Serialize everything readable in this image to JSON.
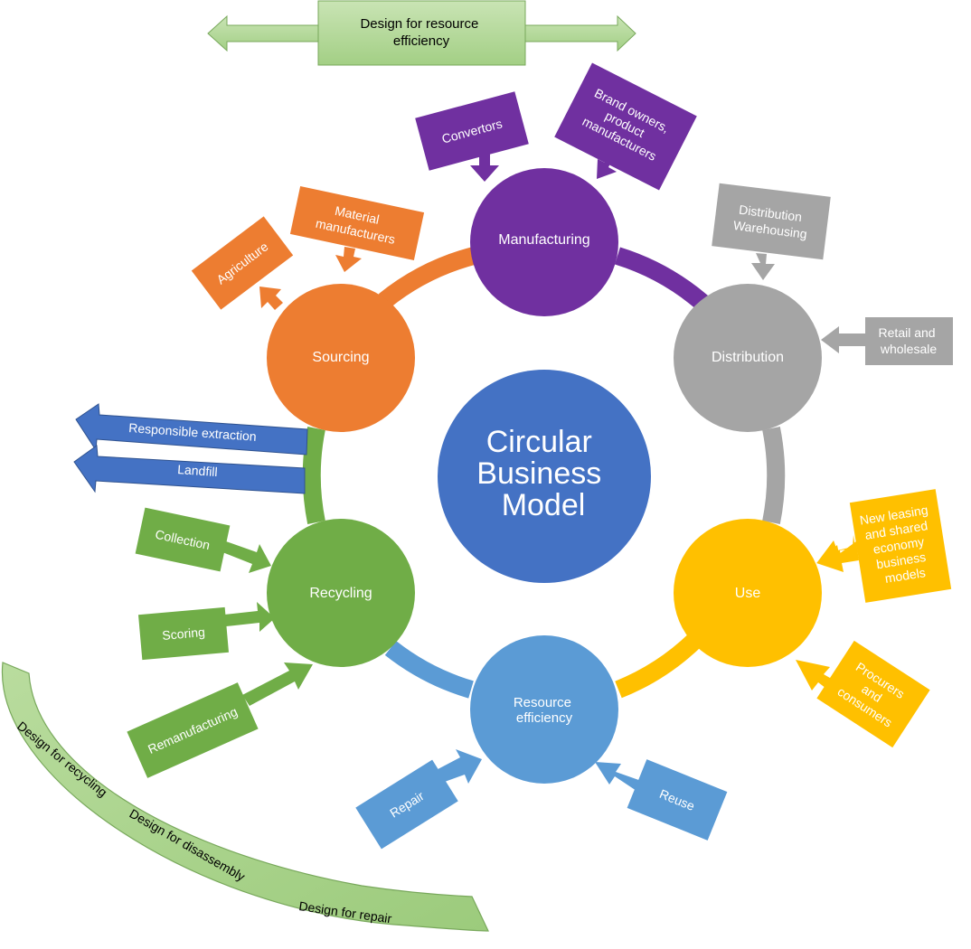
{
  "center": {
    "lines": [
      "Circular",
      "Business",
      "Model"
    ]
  },
  "stages": {
    "manufacturing": {
      "label": "Manufacturing"
    },
    "distribution": {
      "label": "Distribution"
    },
    "use": {
      "label": "Use"
    },
    "resource_efficiency": {
      "lines": [
        "Resource",
        "efficiency"
      ]
    },
    "recycling": {
      "label": "Recycling"
    },
    "sourcing": {
      "label": "Sourcing"
    }
  },
  "callouts": {
    "convertors": {
      "label": "Convertors"
    },
    "brand_owners": {
      "lines": [
        "Brand owners,",
        "product",
        "manufacturers"
      ]
    },
    "distribution_warehousing": {
      "lines": [
        "Distribution",
        "Warehousing"
      ]
    },
    "retail_wholesale": {
      "lines": [
        "Retail and",
        "wholesale"
      ]
    },
    "new_leasing": {
      "lines": [
        "New leasing",
        "and shared",
        "economy",
        "business",
        "models"
      ]
    },
    "procurers": {
      "lines": [
        "Procurers",
        "and",
        "consumers"
      ]
    },
    "reuse": {
      "label": "Reuse"
    },
    "repair": {
      "label": "Repair"
    },
    "remanufacturing": {
      "label": "Remanufacturing"
    },
    "scoring": {
      "label": "Scoring"
    },
    "collection": {
      "label": "Collection"
    },
    "agriculture": {
      "label": "Agriculture"
    },
    "material_manufacturers": {
      "lines": [
        "Material",
        "manufacturers"
      ]
    }
  },
  "outflows": {
    "responsible_extraction": {
      "label": "Responsible extraction"
    },
    "landfill": {
      "label": "Landfill"
    }
  },
  "design_resource_efficiency": {
    "lines": [
      "Design for resource",
      "efficiency"
    ]
  },
  "design_band": {
    "recycling": "Design for recycling",
    "disassembly": "Design for disassembly",
    "repair": "Design for repair"
  },
  "colors": {
    "manufacturing": "#7030A0",
    "distribution": "#A5A5A5",
    "use": "#FFC000",
    "resource_efficiency": "#5B9BD5",
    "recycling": "#70AD47",
    "sourcing": "#ED7D31",
    "center": "#4472C4",
    "band": "#A9D18E"
  }
}
